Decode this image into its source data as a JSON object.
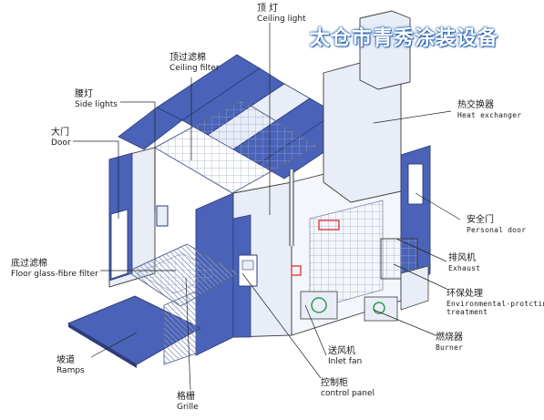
{
  "banner": {
    "company": "太仓市青秀涂装设备"
  },
  "labels": {
    "ceiling_light": {
      "zh": "顶  灯",
      "en": "Ceiling light"
    },
    "ceiling_filter": {
      "zh": "顶过滤棉",
      "en": "Ceiling filter"
    },
    "side_lights": {
      "zh": "腰灯",
      "en": "Side lights"
    },
    "door": {
      "zh": "大门",
      "en": "Door"
    },
    "floor_filter": {
      "zh": "底过滤棉",
      "en": "Floor glass-fibre filter"
    },
    "ramps": {
      "zh": "坡道",
      "en": "Ramps"
    },
    "grille": {
      "zh": "格栅",
      "en": "Grille"
    },
    "control_panel": {
      "zh": "控制柜",
      "en": "control panel"
    },
    "inlet_fan": {
      "zh": "送风机",
      "en": "Inlet fan"
    },
    "burner": {
      "zh": "燃烧器",
      "en": "Burner"
    },
    "env_treatment": {
      "zh": "环保处理",
      "en1": "Environmental-protcting",
      "en2": "treatment"
    },
    "exhaust": {
      "zh": "排风机",
      "en": "Exhaust"
    },
    "personal_door": {
      "zh": "安全门",
      "en": "Personal door"
    },
    "heat_exchanger": {
      "zh": "热交换器",
      "en": "Heat exchanger"
    }
  },
  "colors": {
    "panel_blue": "#4a63b8",
    "panel_light": "#e8edf7",
    "line": "#3a3a3a",
    "leader": "#222222",
    "accent_red": "#e04848",
    "accent_green": "#2f9a4a"
  }
}
